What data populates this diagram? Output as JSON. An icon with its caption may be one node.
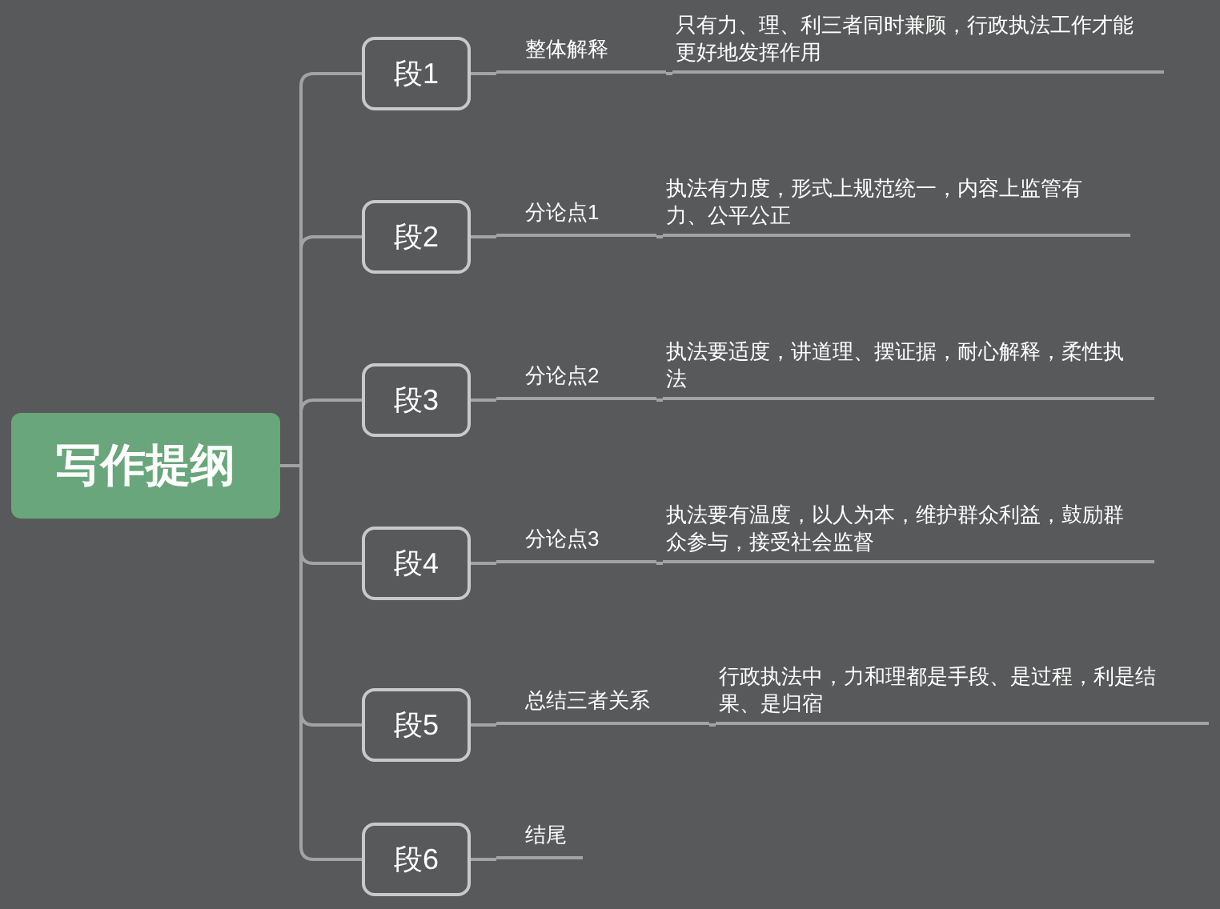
{
  "diagram": {
    "nodes": [
      {
        "text": [
          "写作提纲"
        ]
      },
      {
        "text": [
          "段1"
        ]
      },
      {
        "text": [
          "整体解释"
        ]
      },
      {
        "text": [
          "只有力、理、利三者同时兼顾，行政执法工作才能更好地发挥作用"
        ]
      },
      {
        "text": [
          "段2"
        ]
      },
      {
        "text": [
          "分论点1"
        ]
      },
      {
        "text": [
          "执法有力度，形式上规范统一，内容上监管有力、公平公正"
        ]
      },
      {
        "text": [
          "段3"
        ]
      },
      {
        "text": [
          "分论点2"
        ]
      },
      {
        "text": [
          "执法要适度，讲道理、摆证据，耐心解释，柔性执法"
        ]
      },
      {
        "text": [
          "段4"
        ]
      },
      {
        "text": [
          "分论点3"
        ]
      },
      {
        "text": [
          "执法要有温度，以人为本，维护群众利益，鼓励群众参与，接受社会监督"
        ]
      },
      {
        "text": [
          "段5"
        ]
      },
      {
        "text": [
          "总结三者关系"
        ]
      },
      {
        "text": [
          "行政执法中，力和理都是手段、是过程，利是结果、是归宿"
        ]
      },
      {
        "text": [
          "段6"
        ]
      },
      {
        "text": [
          "结尾"
        ]
      }
    ],
    "edges": [
      {
        "from": 0,
        "to": 1,
        "arrow": "none"
      },
      {
        "from": 0,
        "to": 4,
        "arrow": "none"
      },
      {
        "from": 0,
        "to": 7,
        "arrow": "none"
      },
      {
        "from": 0,
        "to": 10,
        "arrow": "none"
      },
      {
        "from": 0,
        "to": 13,
        "arrow": "none"
      },
      {
        "from": 0,
        "to": 16,
        "arrow": "none"
      },
      {
        "from": 1,
        "to": 2,
        "arrow": "none"
      },
      {
        "from": 2,
        "to": 3,
        "arrow": "none"
      },
      {
        "from": 4,
        "to": 5,
        "arrow": "none"
      },
      {
        "from": 5,
        "to": 6,
        "arrow": "none"
      },
      {
        "from": 7,
        "to": 8,
        "arrow": "none"
      },
      {
        "from": 8,
        "to": 9,
        "arrow": "none"
      },
      {
        "from": 10,
        "to": 11,
        "arrow": "none"
      },
      {
        "from": 11,
        "to": 12,
        "arrow": "none"
      },
      {
        "from": 13,
        "to": 14,
        "arrow": "none"
      },
      {
        "from": 14,
        "to": 15,
        "arrow": "none"
      },
      {
        "from": 16,
        "to": 17,
        "arrow": "none"
      }
    ]
  }
}
